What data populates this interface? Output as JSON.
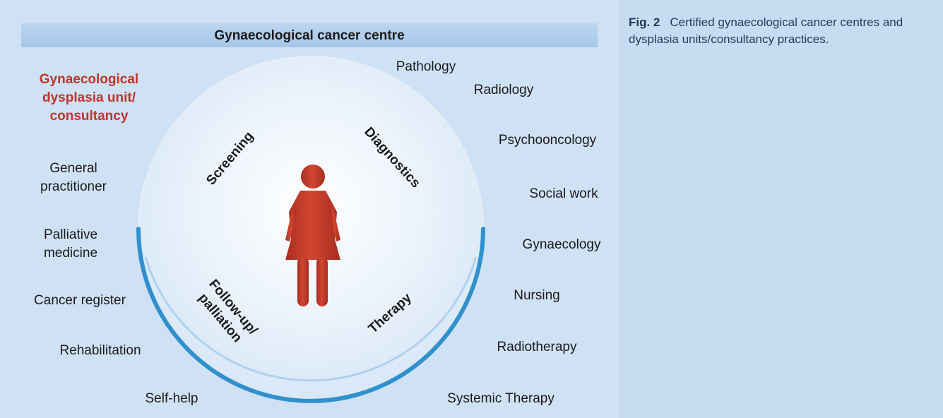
{
  "header": {
    "title": "Gynaecological cancer centre"
  },
  "highlight": {
    "lines": [
      "Gynaecological",
      "dysplasia unit/",
      "consultancy"
    ],
    "color": "#c0342a"
  },
  "left_items": [
    {
      "lines": [
        "General",
        "practitioner"
      ]
    },
    {
      "lines": [
        "Palliative",
        "medicine"
      ]
    },
    {
      "lines": [
        "Cancer register"
      ]
    },
    {
      "lines": [
        "Rehabilitation"
      ]
    },
    {
      "lines": [
        "Self-help"
      ]
    }
  ],
  "right_items": [
    "Pathology",
    "Radiology",
    "Psychooncology",
    "Social work",
    "Gynaecology",
    "Nursing",
    "Radiotherapy",
    "Systemic Therapy"
  ],
  "quadrants": {
    "screening": [
      "Screening"
    ],
    "diagnostics": [
      "Diagnostics"
    ],
    "follow_up": [
      "Follow-up/",
      "palliation"
    ],
    "therapy": [
      "Therapy"
    ]
  },
  "figure_colors": {
    "woman": "#c0392b",
    "arc": "#1d86c8",
    "title_bar": "#a8c8e8"
  },
  "caption": {
    "label": "Fig. 2",
    "text": "Certified gynaecological cancer centres and dysplasia units/consultancy practices."
  }
}
